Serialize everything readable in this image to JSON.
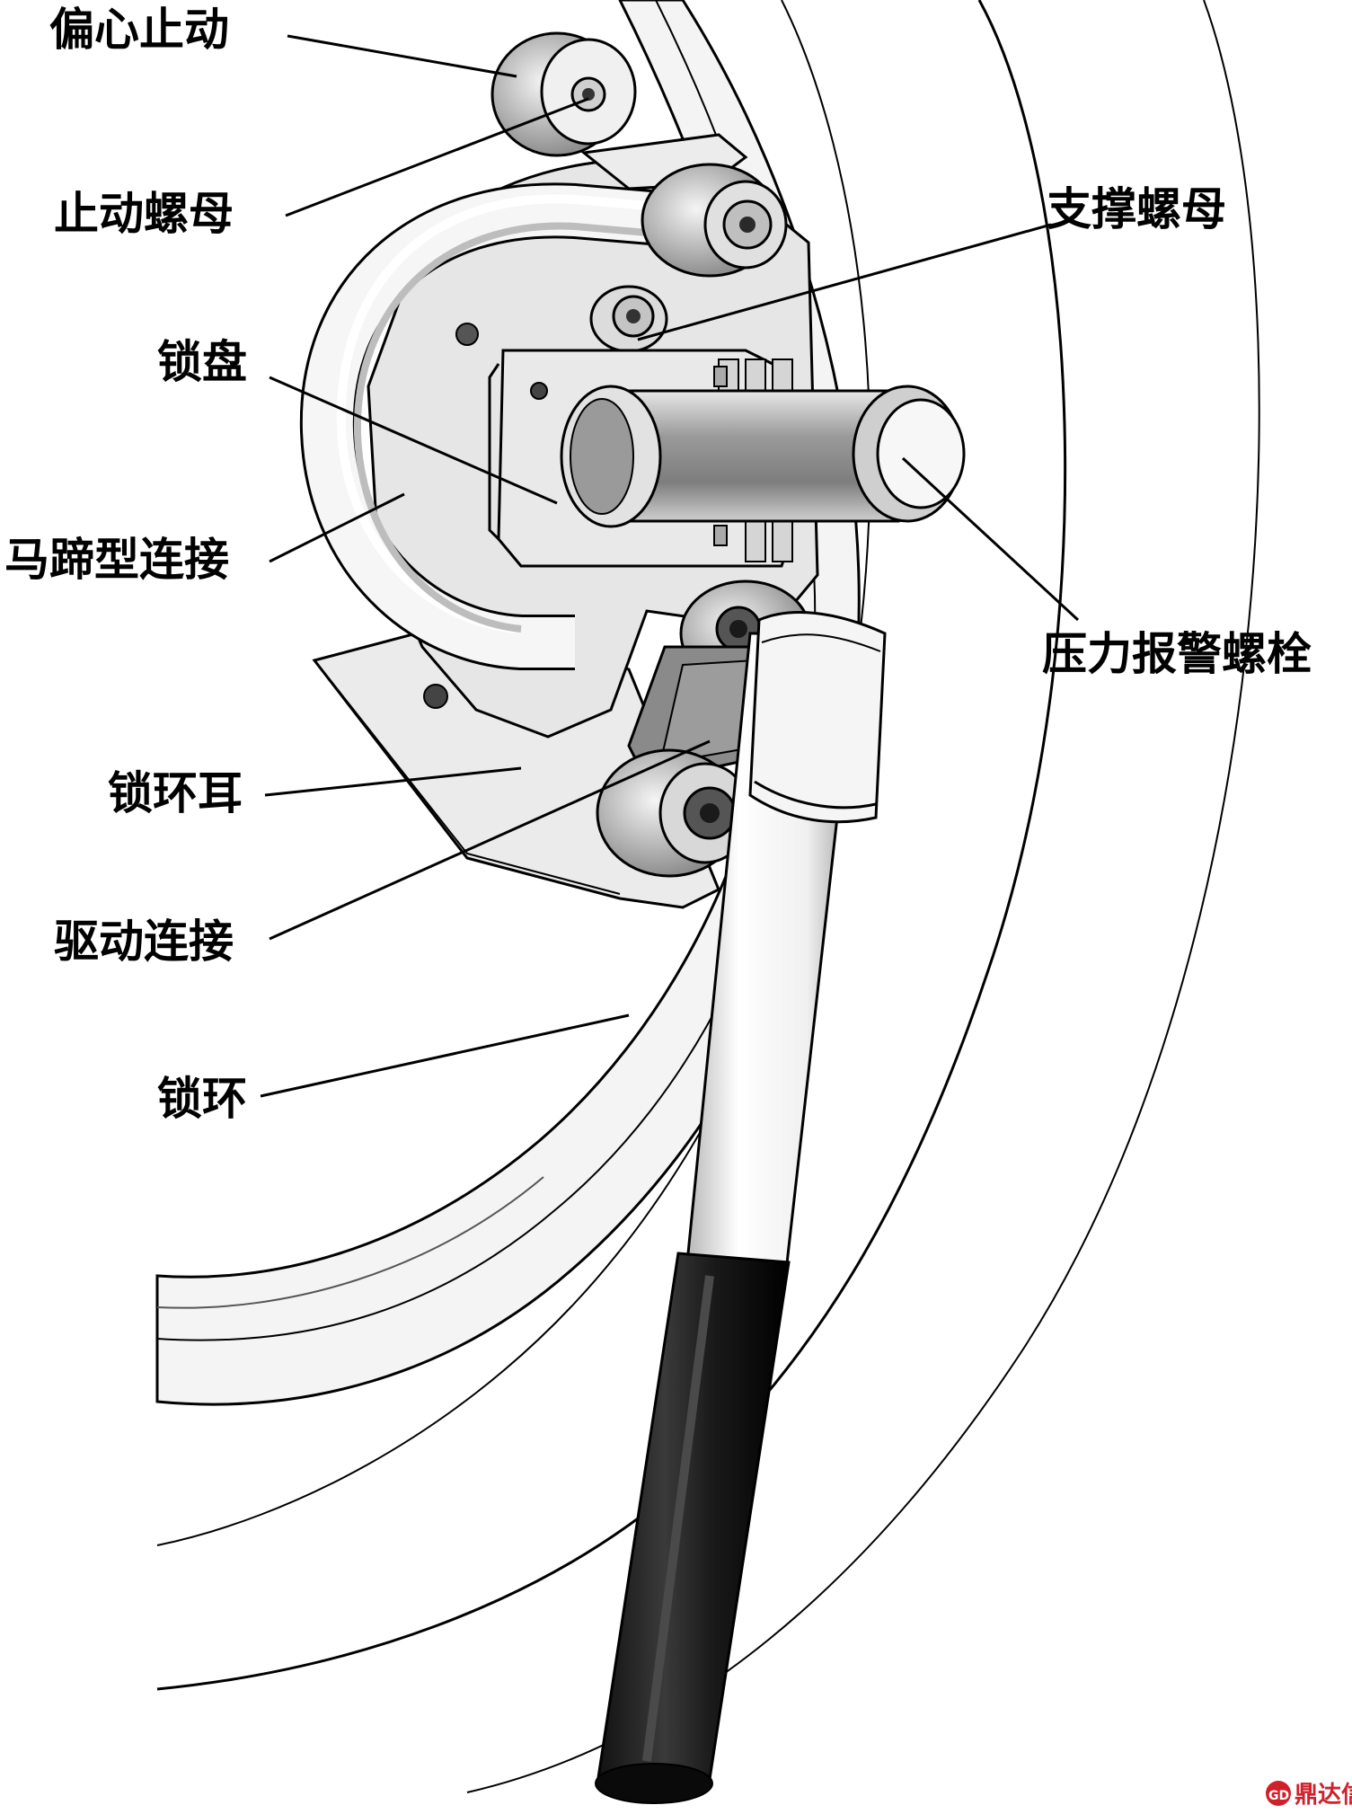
{
  "labels": {
    "eccentric_stop": "偏心止动",
    "stop_nut": "止动螺母",
    "support_nut": "支撑螺母",
    "lock_disc": "锁盘",
    "horseshoe_link": "马蹄型连接",
    "pressure_alarm_bolt": "压力报警螺栓",
    "lock_ring_ear": "锁环耳",
    "drive_link": "驱动连接",
    "lock_ring": "锁环"
  },
  "watermark": {
    "text": "鼎达信",
    "badge": "GD",
    "color": "#d0202a"
  },
  "colors": {
    "line": "#000000",
    "metal_light": "#f2f2f2",
    "metal_mid": "#c8c8c8",
    "metal_dark": "#8c8c8c",
    "handle_grip": "#1e1e1e"
  }
}
